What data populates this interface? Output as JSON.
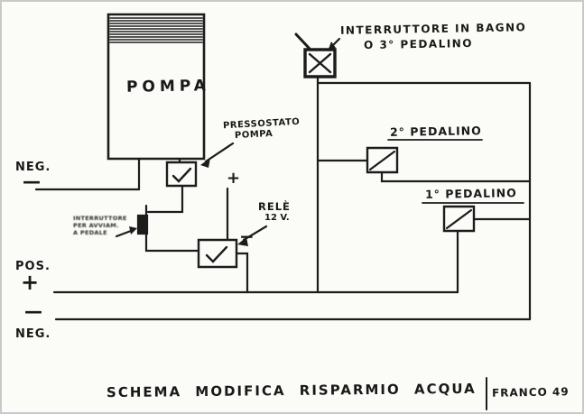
{
  "diagram": {
    "pump_label": "POMPA",
    "neg_top": {
      "label": "NEG.",
      "sign": "—"
    },
    "pos": {
      "label": "POS.",
      "sign": "+"
    },
    "neg_bottom": {
      "label": "NEG.",
      "sign": "—"
    },
    "pressostato": {
      "line1": "PRESSOSTATO",
      "line2": "POMPA"
    },
    "bath_switch": {
      "line1": "INTERRUTTORE IN BAGNO",
      "line2": "O 3° PEDALINO"
    },
    "pedal2_label": "2° PEDALINO",
    "pedal1_label": "1° PEDALINO",
    "relay": {
      "line1": "RELÈ",
      "line2": "12 V.",
      "plus": "+",
      "minus": "−"
    },
    "note": {
      "line1": "INTERRUTTORE",
      "line2": "PER AVVIAM.",
      "line3": "A PEDALE"
    },
    "caption": "SCHEMA MODIFICA RISPARMIO ACQUA",
    "author": "FRANCO 49",
    "colors": {
      "ink": "#1c1c1c",
      "paper": "#fbfbf8"
    }
  }
}
